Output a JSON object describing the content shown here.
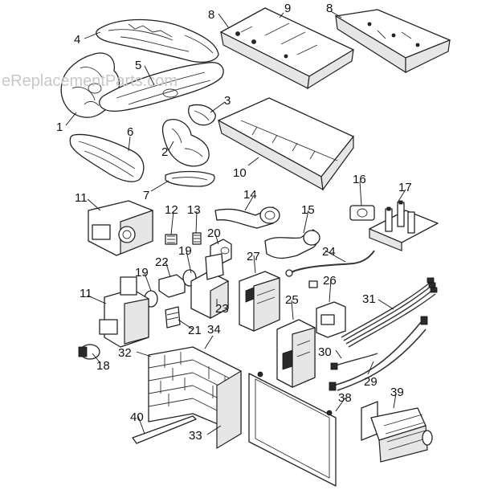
{
  "watermark": "eReplacementParts.com",
  "callouts": [
    "1",
    "2",
    "3",
    "4",
    "5",
    "6",
    "7",
    "8",
    "8",
    "9",
    "10",
    "11",
    "11",
    "12",
    "13",
    "14",
    "15",
    "16",
    "17",
    "18",
    "19",
    "19",
    "20",
    "21",
    "22",
    "23",
    "24",
    "25",
    "26",
    "27",
    "29",
    "30",
    "31",
    "32",
    "33",
    "34",
    "38",
    "39",
    "40"
  ]
}
